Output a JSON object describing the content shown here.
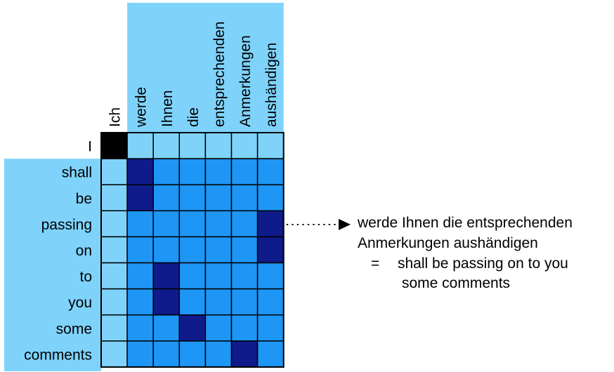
{
  "colors": {
    "light": "#7fd3fb",
    "medium": "#1e96f5",
    "dark": "#0f1b8a",
    "black": "#000000",
    "grid": "#000000",
    "text": "#000000",
    "background": "#ffffff"
  },
  "columns": [
    "Ich",
    "werde",
    "Ihnen",
    "die",
    "entsprechenden",
    "Anmerkungen",
    "aushändigen"
  ],
  "rows": [
    "I",
    "shall",
    "be",
    "passing",
    "on",
    "to",
    "you",
    "some",
    "comments"
  ],
  "cells": [
    [
      "black",
      "light",
      "light",
      "light",
      "light",
      "light",
      "light"
    ],
    [
      "light",
      "dark",
      "medium",
      "medium",
      "medium",
      "medium",
      "medium"
    ],
    [
      "light",
      "dark",
      "medium",
      "medium",
      "medium",
      "medium",
      "medium"
    ],
    [
      "light",
      "medium",
      "medium",
      "medium",
      "medium",
      "medium",
      "dark"
    ],
    [
      "light",
      "medium",
      "medium",
      "medium",
      "medium",
      "medium",
      "dark"
    ],
    [
      "light",
      "medium",
      "dark",
      "medium",
      "medium",
      "medium",
      "medium"
    ],
    [
      "light",
      "medium",
      "dark",
      "medium",
      "medium",
      "medium",
      "medium"
    ],
    [
      "light",
      "medium",
      "medium",
      "dark",
      "medium",
      "medium",
      "medium"
    ],
    [
      "light",
      "medium",
      "medium",
      "medium",
      "medium",
      "dark",
      "medium"
    ]
  ],
  "annotation": {
    "line1": "werde Ihnen die entsprechenden",
    "line2": "Anmerkungen aushändigen",
    "equals": "=",
    "line3": "shall be passing on to you",
    "line4": "some comments"
  },
  "arrow": {
    "row_index": 3,
    "target": "annotation"
  }
}
